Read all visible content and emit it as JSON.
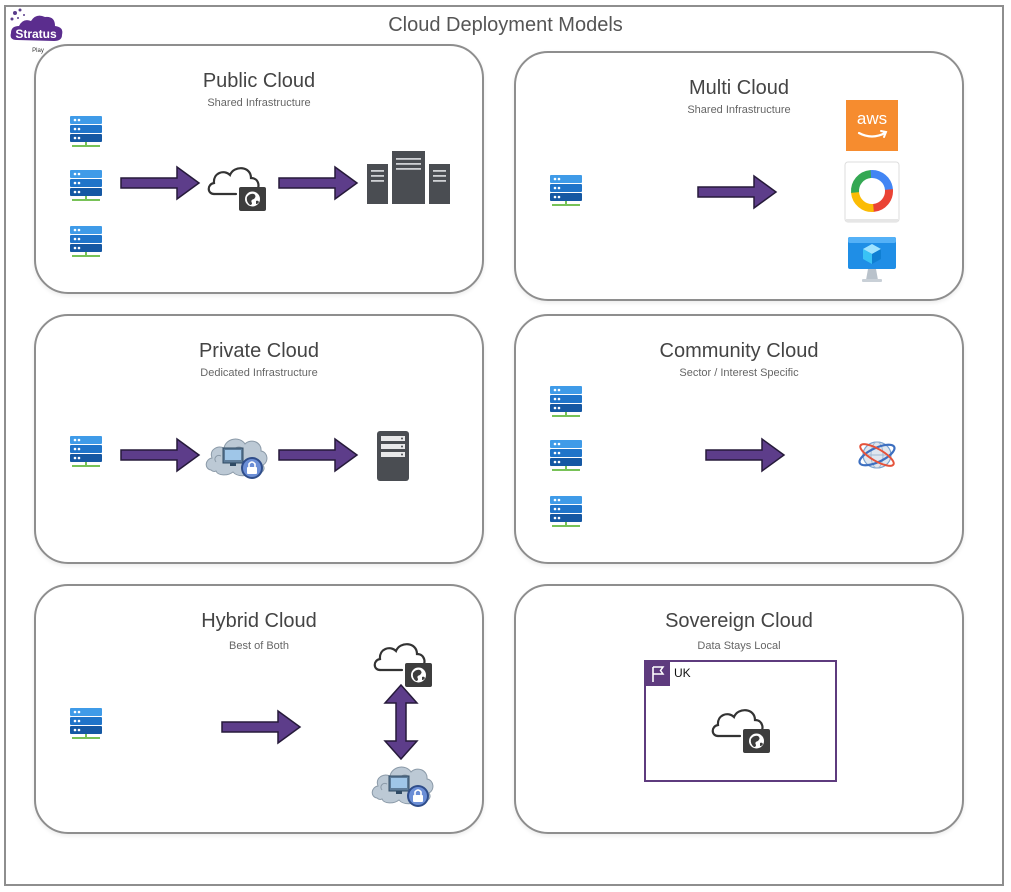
{
  "diagram": {
    "title": "Cloud Deployment Models",
    "logo": {
      "text": "Stratus",
      "subtext": "Play"
    },
    "colors": {
      "arrow": "#5d3d8a",
      "arrow_stroke": "#261a3a",
      "server": "#1f74c9",
      "server_base": "#6fbf3f",
      "dark_server": "#4a4d52",
      "region_border": "#5e3b7e",
      "aws": "#f68c2f",
      "azure": "#1f8ee6"
    },
    "panels": {
      "public": {
        "title": "Public Cloud",
        "subtitle": "Shared Infrastructure",
        "icons": [
          "server-icon",
          "server-icon",
          "server-icon",
          "cloud-globe-icon",
          "datacenter-icon"
        ]
      },
      "multi": {
        "title": "Multi Cloud",
        "subtitle": "Shared Infrastructure",
        "icons": [
          "server-icon",
          "aws-icon",
          "google-cloud-icon",
          "azure-icon"
        ],
        "aws_label": "aws"
      },
      "private": {
        "title": "Private Cloud",
        "subtitle": "Dedicated Infrastructure",
        "icons": [
          "server-icon",
          "private-cloud-lock-icon",
          "dedicated-server-icon"
        ]
      },
      "community": {
        "title": "Community Cloud",
        "subtitle": "Sector / Interest Specific",
        "icons": [
          "server-icon",
          "server-icon",
          "server-icon",
          "globe-network-icon"
        ]
      },
      "hybrid": {
        "title": "Hybrid Cloud",
        "subtitle": "Best of Both",
        "icons": [
          "server-icon",
          "cloud-globe-icon",
          "private-cloud-lock-icon"
        ]
      },
      "sovereign": {
        "title": "Sovereign Cloud",
        "subtitle": "Data Stays Local",
        "region_label": "UK",
        "icons": [
          "flag-icon",
          "cloud-globe-icon"
        ]
      }
    }
  }
}
